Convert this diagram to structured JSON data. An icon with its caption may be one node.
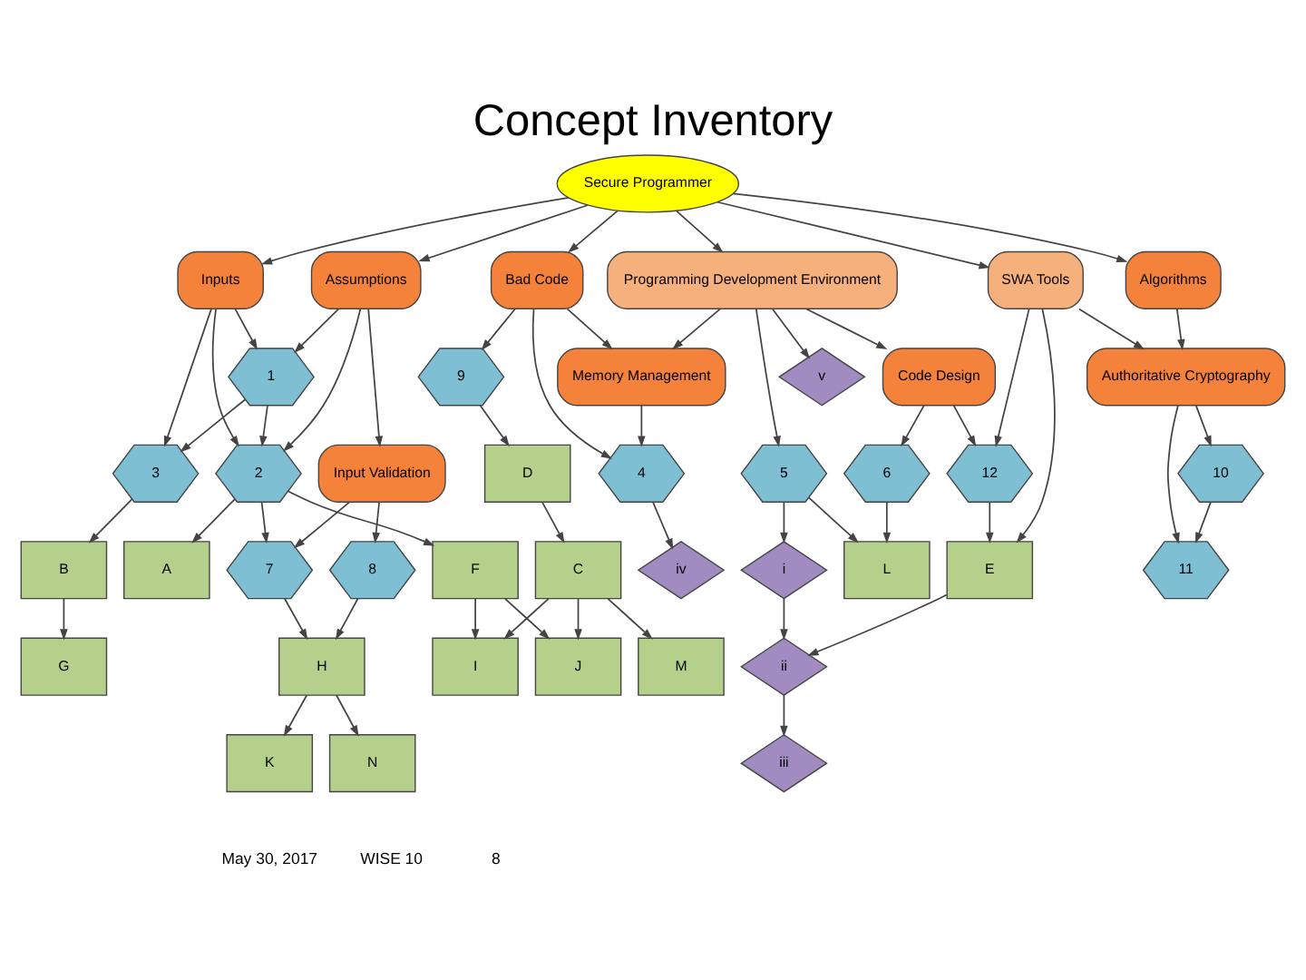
{
  "diagram": {
    "title": "Concept Inventory",
    "nodes": [
      {
        "text": [
          "Secure Programmer"
        ]
      },
      {
        "text": [
          "Inputs"
        ]
      },
      {
        "text": [
          "Assumptions"
        ]
      },
      {
        "text": [
          "Bad Code"
        ]
      },
      {
        "text": [
          "Programming Development Environment"
        ]
      },
      {
        "text": [
          "SWA Tools"
        ]
      },
      {
        "text": [
          "Algorithms"
        ]
      },
      {
        "text": [
          "1"
        ]
      },
      {
        "text": [
          "Input Validation"
        ]
      },
      {
        "text": [
          "Memory Management"
        ]
      },
      {
        "text": [
          "Code Design"
        ]
      },
      {
        "text": [
          "Authoritative Cryptography"
        ]
      },
      {
        "text": [
          "3"
        ]
      },
      {
        "text": [
          "2"
        ]
      },
      {
        "text": [
          "9"
        ]
      },
      {
        "text": [
          "4"
        ]
      },
      {
        "text": [
          "5"
        ]
      },
      {
        "text": [
          "6"
        ]
      },
      {
        "text": [
          "12"
        ]
      },
      {
        "text": [
          "10"
        ]
      },
      {
        "text": [
          "B"
        ]
      },
      {
        "text": [
          "A"
        ]
      },
      {
        "text": [
          "7"
        ]
      },
      {
        "text": [
          "8"
        ]
      },
      {
        "text": [
          "D"
        ]
      },
      {
        "text": [
          "L"
        ]
      },
      {
        "text": [
          "11"
        ]
      },
      {
        "text": [
          "G"
        ]
      },
      {
        "text": [
          "H"
        ]
      },
      {
        "text": [
          "C"
        ]
      },
      {
        "text": [
          "E"
        ]
      },
      {
        "text": [
          "F"
        ]
      },
      {
        "text": [
          "K"
        ]
      },
      {
        "text": [
          "N"
        ]
      },
      {
        "text": [
          "M"
        ]
      },
      {
        "text": [
          "iv"
        ]
      },
      {
        "text": [
          "i"
        ]
      },
      {
        "text": [
          "ii"
        ]
      },
      {
        "text": [
          "J"
        ]
      },
      {
        "text": [
          "I"
        ]
      },
      {
        "text": [
          "v"
        ]
      },
      {
        "text": [
          "iii"
        ]
      }
    ],
    "edges": [
      {
        "from": 0,
        "to": 1,
        "arrow": "to"
      },
      {
        "from": 0,
        "to": 2,
        "arrow": "to"
      },
      {
        "from": 0,
        "to": 3,
        "arrow": "to"
      },
      {
        "from": 0,
        "to": 4,
        "arrow": "to"
      },
      {
        "from": 0,
        "to": 5,
        "arrow": "to"
      },
      {
        "from": 0,
        "to": 6,
        "arrow": "to"
      },
      {
        "from": 1,
        "to": 7,
        "arrow": "to"
      },
      {
        "from": 1,
        "to": 12,
        "arrow": "to"
      },
      {
        "from": 1,
        "to": 13,
        "arrow": "to"
      },
      {
        "from": 2,
        "to": 7,
        "arrow": "to"
      },
      {
        "from": 2,
        "to": 8,
        "arrow": "to"
      },
      {
        "from": 2,
        "to": 13,
        "arrow": "to"
      },
      {
        "from": 3,
        "to": 9,
        "arrow": "to"
      },
      {
        "from": 3,
        "to": 14,
        "arrow": "to"
      },
      {
        "from": 3,
        "to": 15,
        "arrow": "to"
      },
      {
        "from": 4,
        "to": 9,
        "arrow": "to"
      },
      {
        "from": 4,
        "to": 10,
        "arrow": "to"
      },
      {
        "from": 4,
        "to": 16,
        "arrow": "to"
      },
      {
        "from": 5,
        "to": 11,
        "arrow": "to"
      },
      {
        "from": 5,
        "to": 18,
        "arrow": "to"
      },
      {
        "from": 6,
        "to": 11,
        "arrow": "to"
      },
      {
        "from": 7,
        "to": 12,
        "arrow": "to"
      },
      {
        "from": 7,
        "to": 13,
        "arrow": "to"
      },
      {
        "from": 9,
        "to": 15,
        "arrow": "to"
      },
      {
        "from": 10,
        "to": 17,
        "arrow": "to"
      },
      {
        "from": 10,
        "to": 18,
        "arrow": "to"
      },
      {
        "from": 11,
        "to": 19,
        "arrow": "to"
      },
      {
        "from": 11,
        "to": 26,
        "arrow": "to"
      },
      {
        "from": 19,
        "to": 26,
        "arrow": "to"
      },
      {
        "from": 12,
        "to": 20,
        "arrow": "to"
      },
      {
        "from": 13,
        "to": 21,
        "arrow": "to"
      },
      {
        "from": 13,
        "to": 22,
        "arrow": "to"
      },
      {
        "from": 8,
        "to": 22,
        "arrow": "to"
      },
      {
        "from": 8,
        "to": 23,
        "arrow": "to"
      },
      {
        "from": 14,
        "to": 24,
        "arrow": "to"
      },
      {
        "from": 16,
        "to": 25,
        "arrow": "to"
      },
      {
        "from": 17,
        "to": 25,
        "arrow": "to"
      },
      {
        "from": 20,
        "to": 27,
        "arrow": "to"
      },
      {
        "from": 22,
        "to": 28,
        "arrow": "to"
      },
      {
        "from": 23,
        "to": 28,
        "arrow": "to"
      },
      {
        "from": 24,
        "to": 29,
        "arrow": "to"
      },
      {
        "from": 5,
        "to": 30,
        "arrow": "to"
      },
      {
        "from": 18,
        "to": 30,
        "arrow": "to"
      },
      {
        "from": 13,
        "to": 31,
        "arrow": "to"
      },
      {
        "from": 28,
        "to": 32,
        "arrow": "to"
      },
      {
        "from": 28,
        "to": 33,
        "arrow": "to"
      },
      {
        "from": 29,
        "to": 34,
        "arrow": "to"
      },
      {
        "from": 15,
        "to": 35,
        "arrow": "to"
      },
      {
        "from": 16,
        "to": 36,
        "arrow": "to"
      },
      {
        "from": 30,
        "to": 37,
        "arrow": "to"
      },
      {
        "from": 36,
        "to": 37,
        "arrow": "to"
      },
      {
        "from": 31,
        "to": 38,
        "arrow": "to"
      },
      {
        "from": 29,
        "to": 38,
        "arrow": "to"
      },
      {
        "from": 29,
        "to": 39,
        "arrow": "to"
      },
      {
        "from": 31,
        "to": 39,
        "arrow": "to"
      },
      {
        "from": 4,
        "to": 40,
        "arrow": "to"
      },
      {
        "from": 37,
        "to": 41,
        "arrow": "to"
      }
    ],
    "labels": [
      "May 30, 2017",
      "WISE 10",
      "8"
    ]
  }
}
